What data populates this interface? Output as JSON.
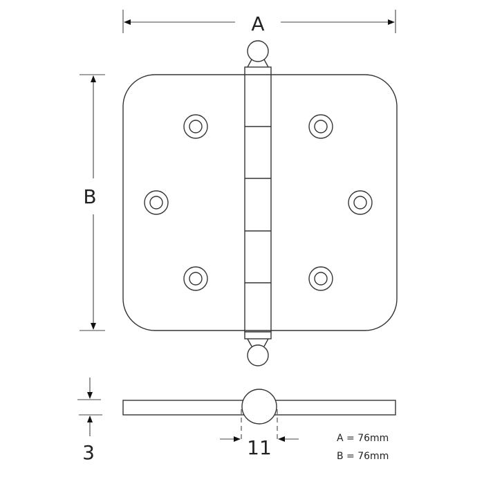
{
  "diagram": {
    "labels": {
      "width_label": "A",
      "height_label": "B",
      "thickness_label": "3",
      "knuckle_diameter_label": "11"
    },
    "legend": [
      "A = 76mm",
      "B = 76mm"
    ],
    "line_color": "#333333"
  }
}
